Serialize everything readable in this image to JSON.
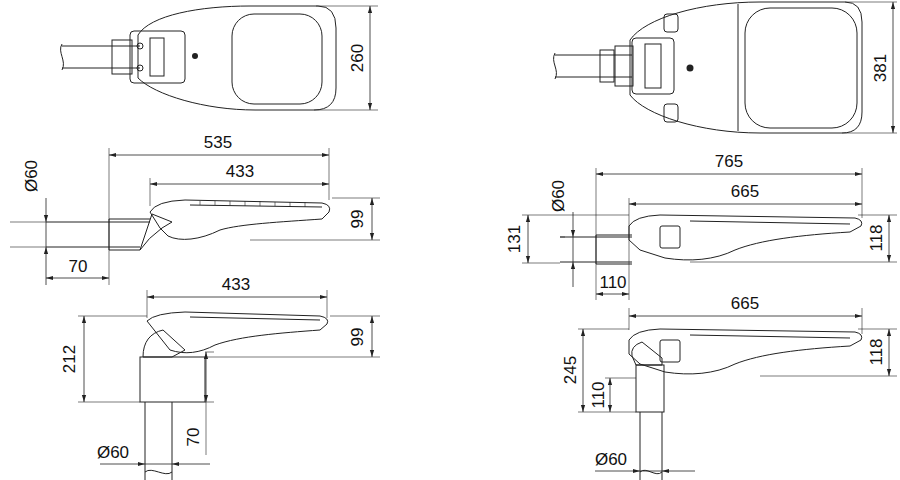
{
  "diagram": {
    "labels": [
      "260",
      "535",
      "433",
      "Ø60",
      "99",
      "70",
      "433",
      "99",
      "212",
      "70",
      "Ø60",
      "381",
      "765",
      "665",
      "Ø60",
      "131",
      "118",
      "110",
      "665",
      "118",
      "245",
      "110",
      "Ø60"
    ]
  }
}
